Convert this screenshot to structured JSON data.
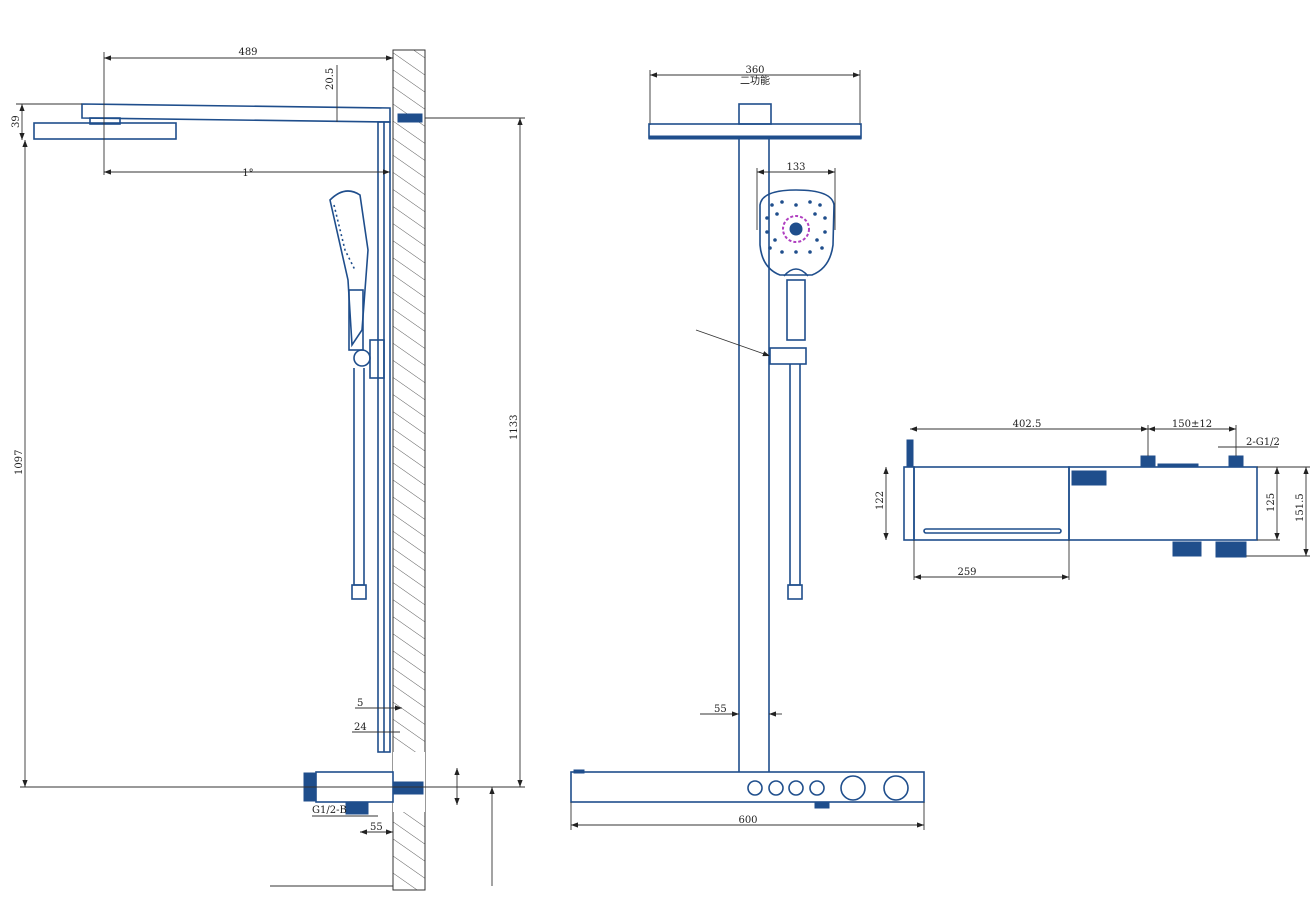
{
  "side_view": {
    "dim_arm_length": "489",
    "dim_arm_offset": "20.5",
    "dim_head_thickness": "39",
    "dim_angle": "1°",
    "dim_total_height": "1097",
    "dim_wall_height": "1133",
    "dim_gap": "5",
    "dim_rail_depth": "24",
    "dim_inlet_thread": "G1/2-B",
    "dim_inlet_offset": "55"
  },
  "front_view": {
    "dim_head_width": "360",
    "head_function_label": "二功能",
    "dim_hand_shower_width": "133",
    "dim_pipe_offset": "55",
    "dim_body_width": "600"
  },
  "plan_view": {
    "dim_inlet_distance": "402.5",
    "dim_inlet_spacing": "150±12",
    "dim_inlet_thread": "2-G1/2",
    "dim_body_height_left": "122",
    "dim_body_height_right": "125",
    "dim_total_depth": "151.5",
    "dim_shelf_width": "259"
  },
  "colors": {
    "line": "#1f4e8c",
    "accent": "#b040c0"
  }
}
